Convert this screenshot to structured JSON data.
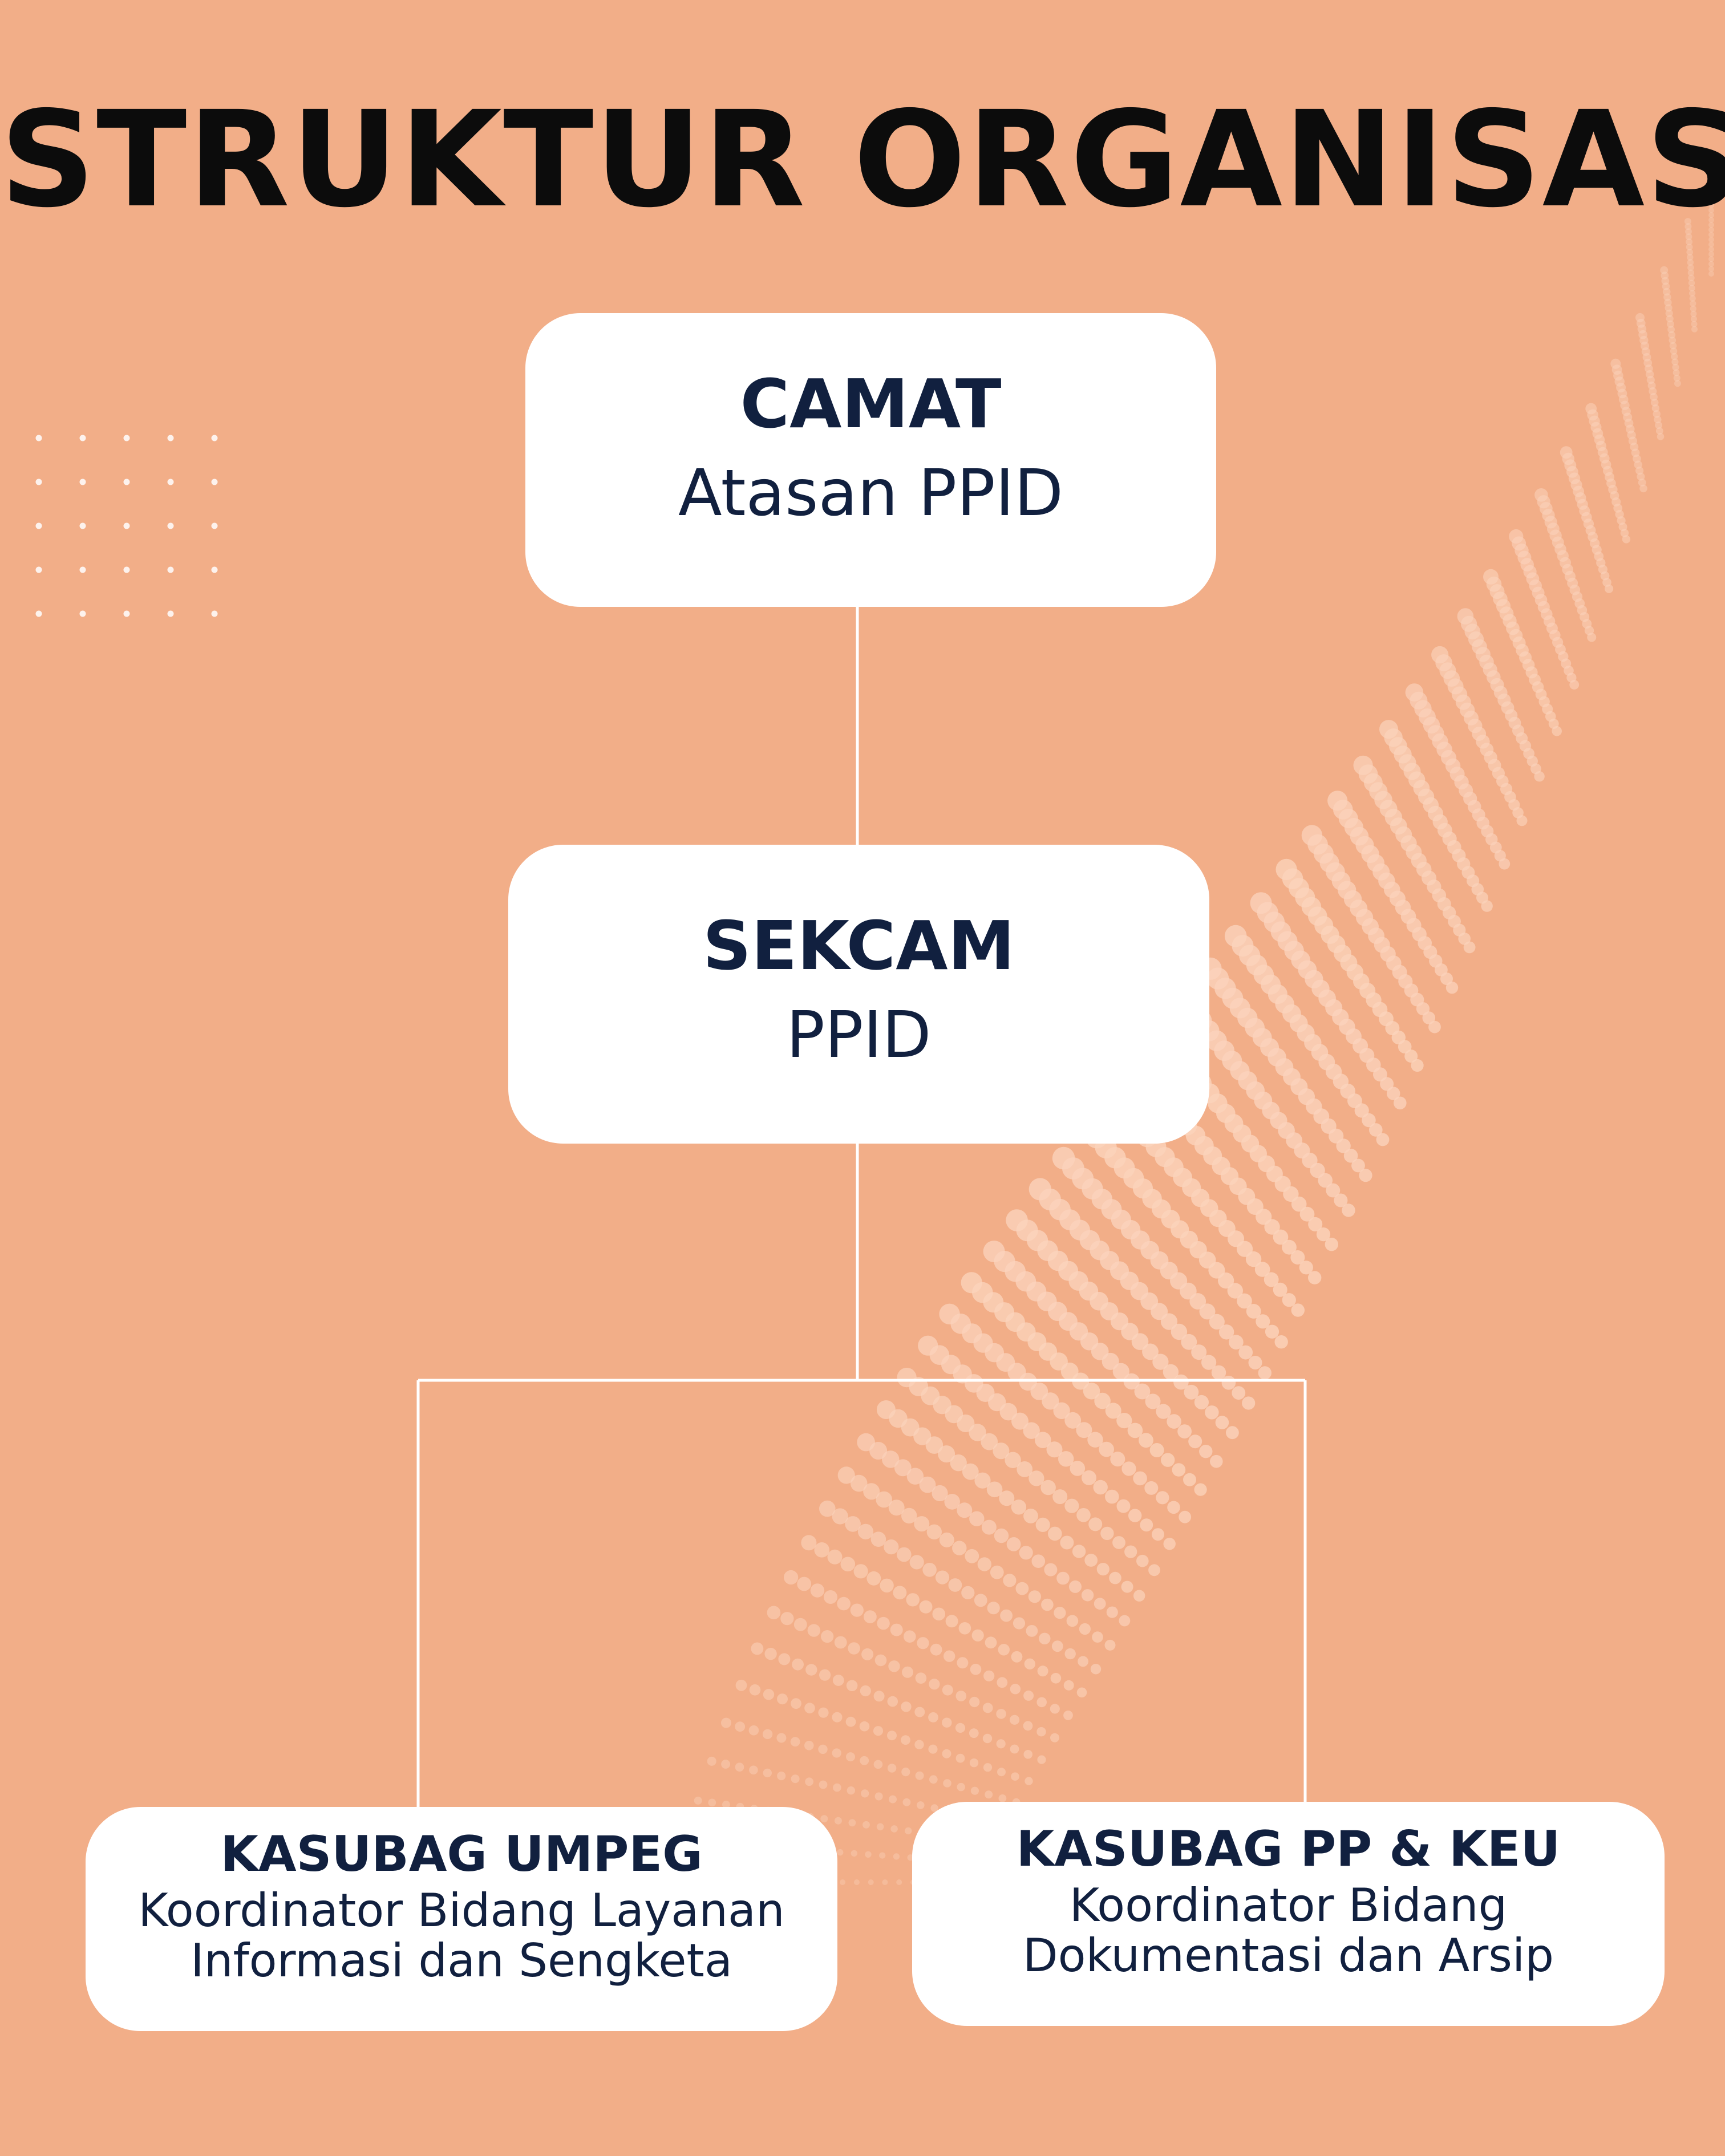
{
  "title": "STRUKTUR ORGANISASI",
  "colors": {
    "background": "#f2ae88",
    "box": "#ffffff",
    "text_dark": "#11203f",
    "title": "#0c0c0c",
    "connector": "#ffffff"
  },
  "org": {
    "camat": {
      "role": "CAMAT",
      "desc": "Atasan PPID"
    },
    "sekcam": {
      "role": "SEKCAM",
      "desc": "PPID"
    },
    "umpeg": {
      "role": "KASUBAG UMPEG",
      "desc_lines": [
        "Koordinator Bidang Layanan",
        "Informasi dan Sengketa"
      ]
    },
    "ppkeu": {
      "role": "KASUBAG PP & KEU",
      "desc_lines": [
        "Koordinator Bidang",
        "Dokumentasi dan Arsip"
      ]
    }
  },
  "links": [
    {
      "from": "camat",
      "to": "sekcam"
    },
    {
      "from": "sekcam",
      "to": "umpeg"
    },
    {
      "from": "sekcam",
      "to": "ppkeu"
    }
  ]
}
